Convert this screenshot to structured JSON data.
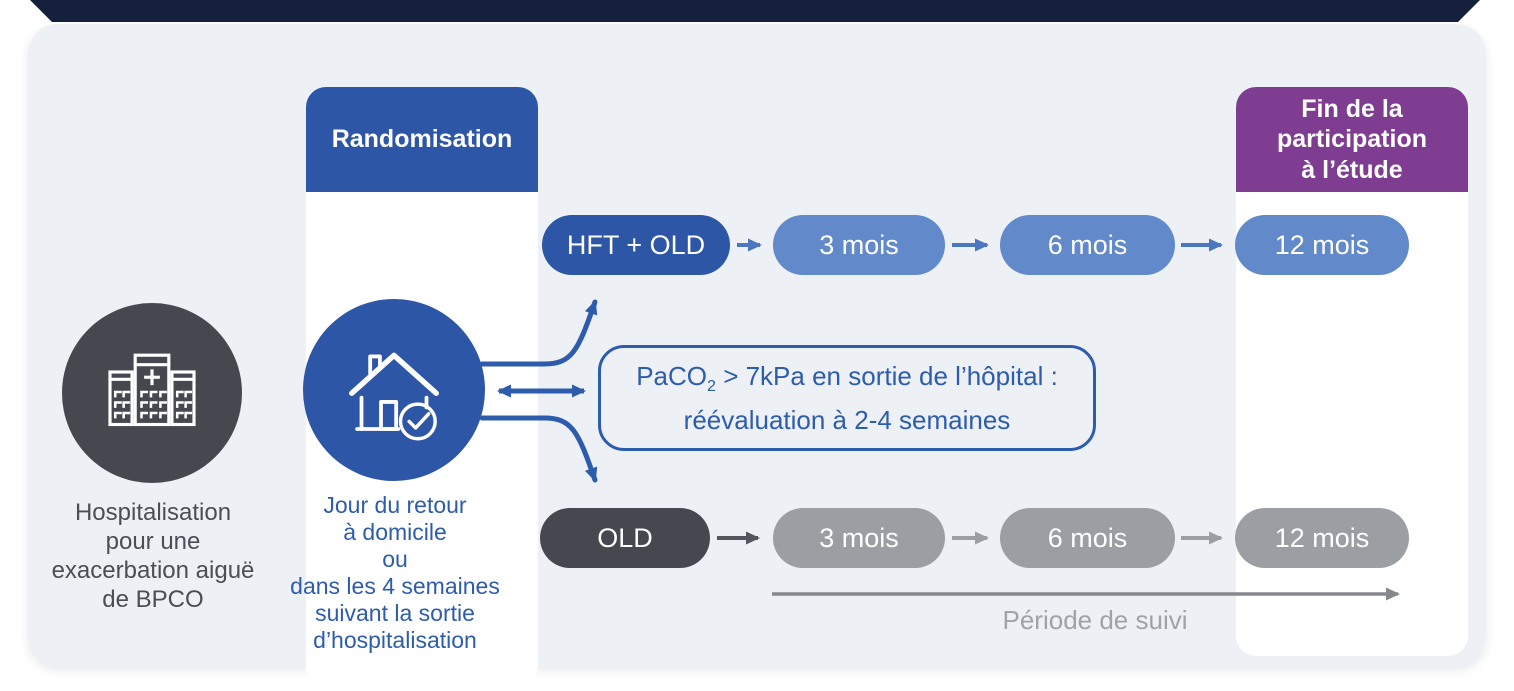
{
  "colors": {
    "navy_bar": "#15213c",
    "card_bg": "#edf1f5",
    "primary_blue": "#2e56a6",
    "light_blue": "#6289ca",
    "arrow_blue": "#4c76bd",
    "text_blue": "#2e5cad",
    "purple": "#7e3d90",
    "dark_gray": "#45484f",
    "mid_gray": "#9b9ea3",
    "text_gray": "#4b4e54",
    "follow_arrow_gray": "#85888d"
  },
  "hospital": {
    "icon": "hospital-icon",
    "caption": "Hospitalisation\npour une\nexacerbation aiguë\nde BPCO"
  },
  "randomisation": {
    "header": "Randomisation",
    "icon": "home-check-icon",
    "note": "Jour du retour\nà domicile\nou\ndans les 4 semaines\nsuivant la sortie\nd’hospitalisation"
  },
  "arms": {
    "hft": {
      "label": "HFT + OLD",
      "milestones": [
        "3 mois",
        "6 mois",
        "12 mois"
      ]
    },
    "old": {
      "label": "OLD",
      "milestones": [
        "3 mois",
        "6 mois",
        "12 mois"
      ]
    }
  },
  "reassessment": {
    "prefix": "PaCO",
    "subscript": "2",
    "suffix": " > 7kPa en sortie de l’hôpital :",
    "line2": "réévaluation à 2-4 semaines"
  },
  "end_of_study": {
    "header": "Fin de la\nparticipation\nà l’étude"
  },
  "follow_up": {
    "label": "Période de suivi"
  }
}
